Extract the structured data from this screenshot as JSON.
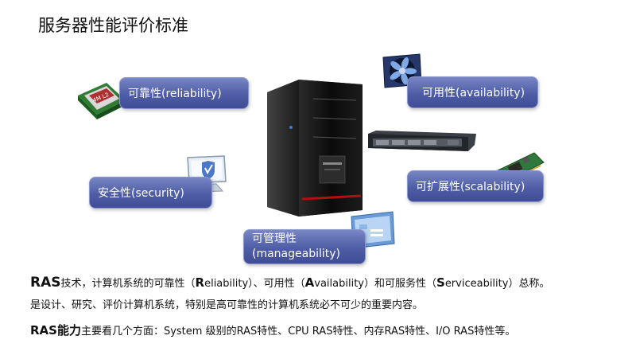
{
  "title": "服务器性能评价标准",
  "features": [
    {
      "label": "可靠性(reliability)"
    },
    {
      "label": "可用性(availability)"
    },
    {
      "label": "安全性(security)"
    },
    {
      "label": "可扩展性(scalability)"
    },
    {
      "label_line1": "可管理性",
      "label_line2": "(manageability)"
    }
  ],
  "cpu_chip_text": "4M L2",
  "paragraph1": {
    "lead": "RAS",
    "p1": "技术，计算机系统的可靠性（",
    "r_bold": "R",
    "r_rest": "eliability）、可用性（",
    "a_bold": "A",
    "a_rest": "vailability）和可服务性（",
    "s_bold": "S",
    "s_rest": "erviceability）总称。",
    "line2": "是设计、研究、评价计算机系统，特别是高可靠性的计算机系统必不可少的重要内容。"
  },
  "paragraph2": {
    "lead": "RAS能力",
    "rest": "主要看几个方面：System 级别的RAS特性、CPU RAS特性、内存RAS特性、I/O RAS特性等。"
  }
}
